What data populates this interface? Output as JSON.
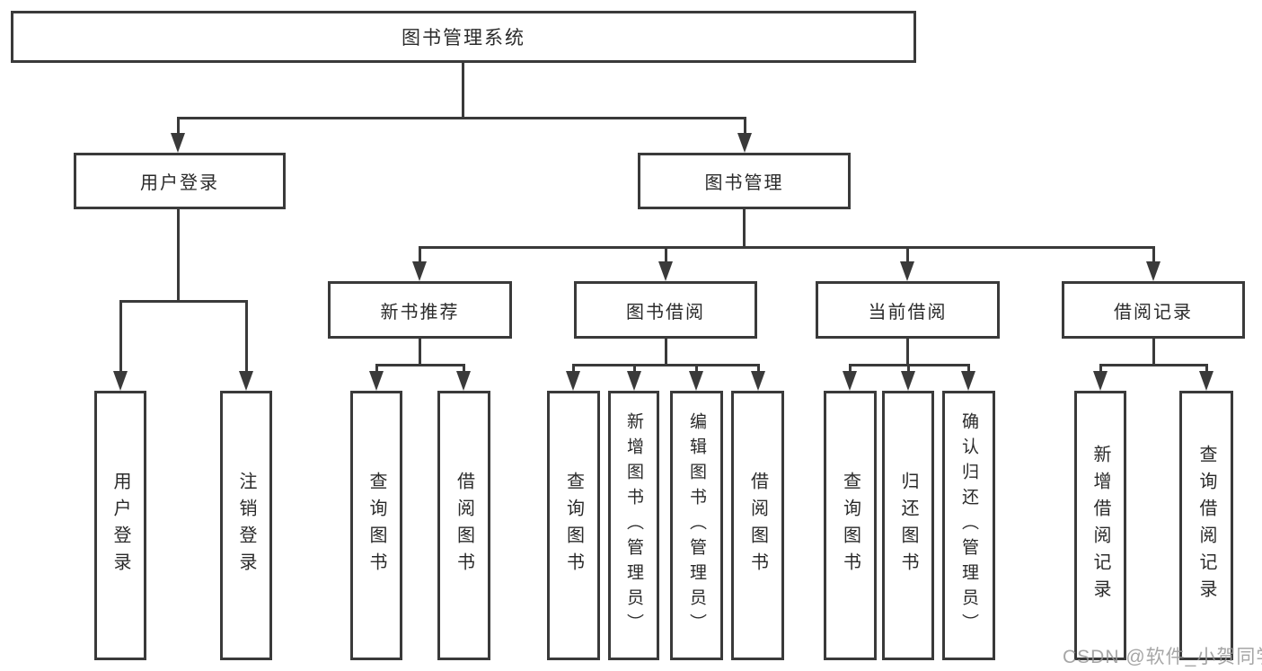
{
  "diagram": {
    "type": "hierarchy-tree",
    "title": "图书管理系统",
    "colors": {
      "line": "#3a3a3a",
      "text": "#2a2a2a",
      "watermark": "#979797",
      "background": "#ffffff"
    },
    "nodes": {
      "root": "图书管理系统",
      "user_login": "用户登录",
      "book_mgmt": "图书管理",
      "new_book_rec": "新书推荐",
      "book_borrow": "图书借阅",
      "current_borrow": "当前借阅",
      "borrow_records": "借阅记录",
      "ul_user_login": "用户登录",
      "ul_logout": "注销登录",
      "nb_query_books": "查询图书",
      "nb_borrow_books": "借阅图书",
      "bb_query_books": "查询图书",
      "bb_add_books": "新增图书（管理员）",
      "bb_edit_books": "编辑图书（管理员）",
      "bb_borrow_books": "借阅图书",
      "cb_query_books": "查询图书",
      "cb_return_books": "归还图书",
      "cb_confirm_return": "确认归还（管理员）",
      "br_add_record": "新增借阅记录",
      "br_query_record": "查询借阅记录"
    },
    "watermark": "CSDN @软件_小贺同学"
  }
}
